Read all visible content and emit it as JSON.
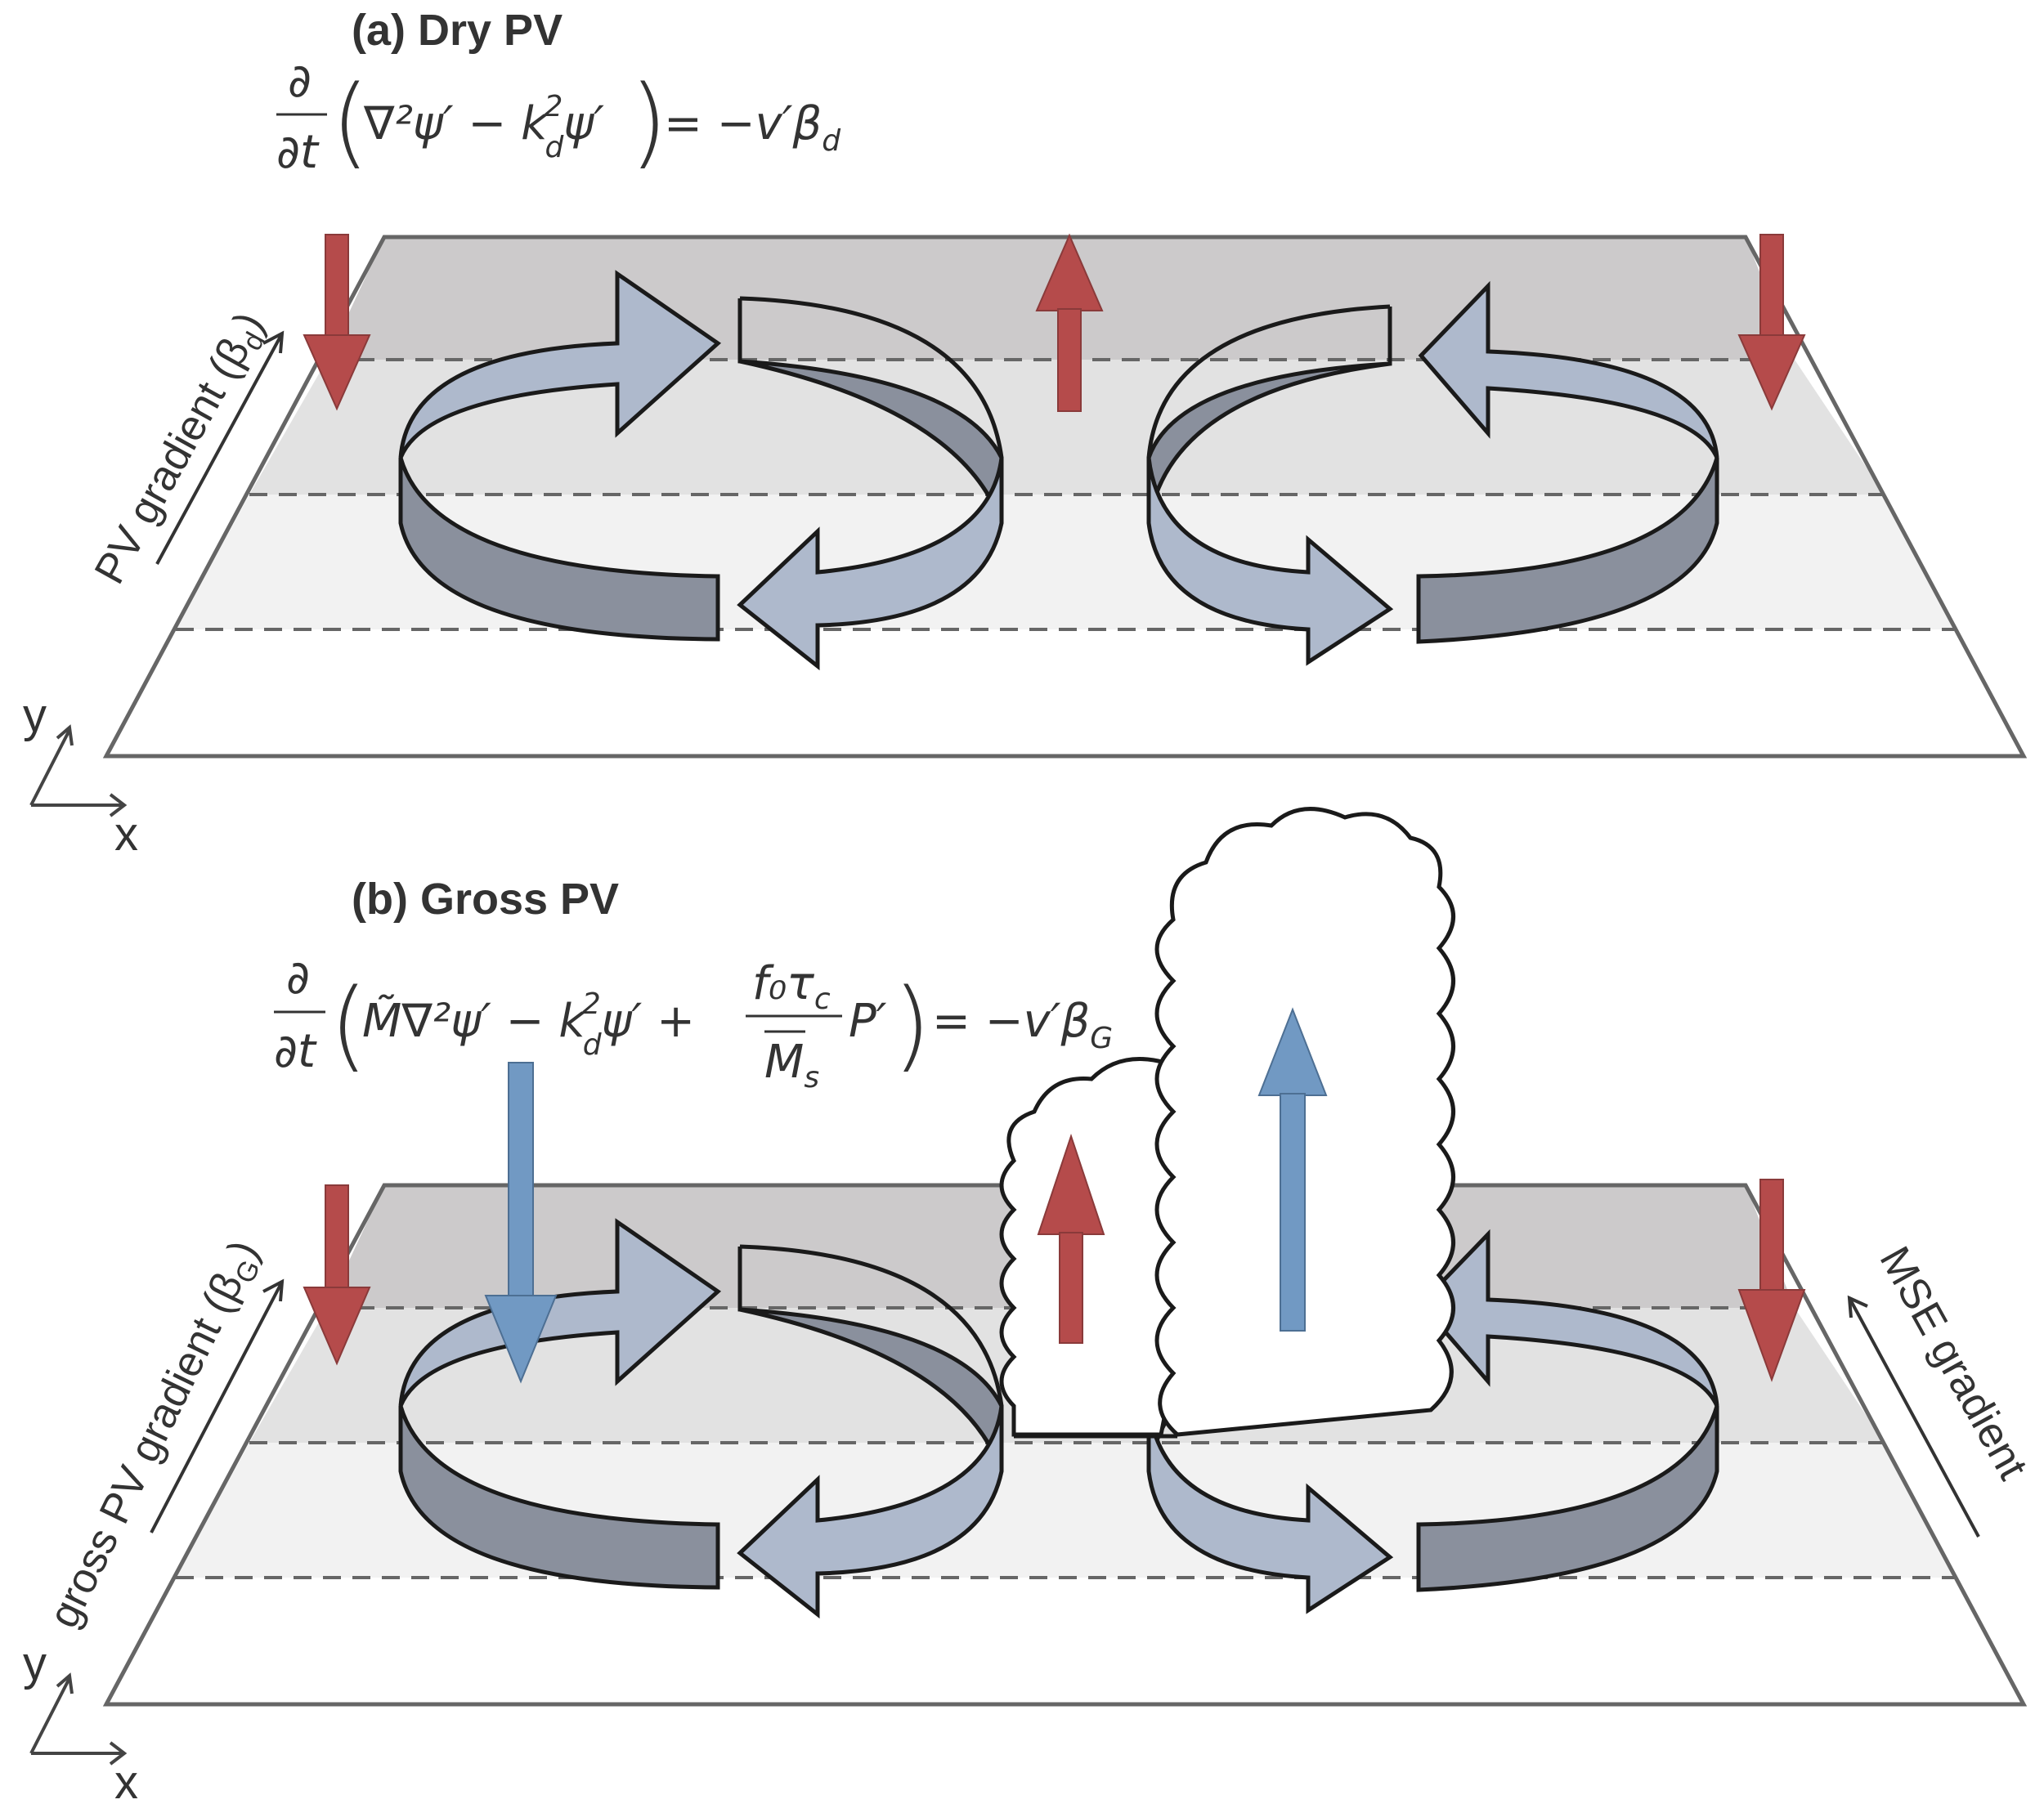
{
  "panel_a": {
    "title": "(a) Dry PV",
    "gradient_label": "PV gradient (β",
    "gradient_sub": "d",
    "gradient_close": ")",
    "eq": {
      "partial": "∂",
      "dt": "∂t",
      "lhs": "∇²ψ′ − k",
      "k_sup": "2",
      "k_sub": "d",
      "lhs_tail": "ψ′",
      "rhs": "= −v′β",
      "rhs_sub": "d"
    },
    "axis_y": "y",
    "axis_x": "x"
  },
  "panel_b": {
    "title": "(b) Gross PV",
    "gradient_label": "gross PV gradient (β",
    "gradient_sub": "G",
    "gradient_close": ")",
    "mse_label": "MSE gradient",
    "eq": {
      "partial": "∂",
      "dt": "∂t",
      "lhs": "M̃∇²ψ′ − k",
      "k_sup": "2",
      "k_sub": "d",
      "lhs_tail": "ψ′ +",
      "frac_num": "f₀τ",
      "frac_num_sub": "c",
      "frac_den": "M",
      "frac_den_sub": "s",
      "frac_tail": "P′",
      "rhs": "= −v′β",
      "rhs_sub": "G"
    },
    "axis_y": "y",
    "axis_x": "x"
  },
  "colors": {
    "red_arrow": "#b54b4b",
    "blue_arrow": "#7199c3",
    "ribbon_light": "#aeb9cc",
    "ribbon_dark": "#8a909d",
    "plane_back": "#cccacb",
    "plane_mid": "#e2e2e2",
    "plane_front": "#f2f2f2",
    "outline": "#1a1a1a"
  }
}
